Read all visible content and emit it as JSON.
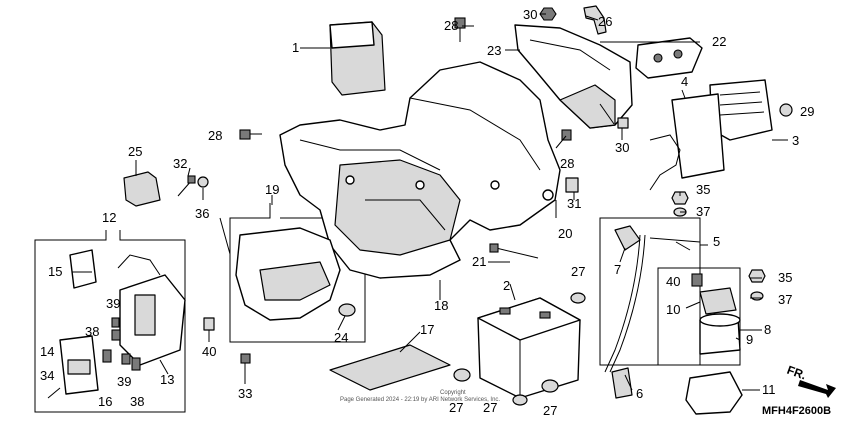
{
  "diagram_code": "MFH4F2600B",
  "front_label": "FR.",
  "copyright_line1": "Copyright",
  "copyright_line2": "Page Generated 2024 - 22:19 by ARI Network Services, Inc.",
  "callouts": {
    "c1": "1",
    "c2": "2",
    "c3": "3",
    "c4": "4",
    "c5": "5",
    "c6": "6",
    "c7": "7",
    "c8": "8",
    "c9": "9",
    "c10": "10",
    "c11": "11",
    "c12": "12",
    "c13": "13",
    "c14": "14",
    "c15": "15",
    "c16": "16",
    "c17": "17",
    "c18": "18",
    "c19": "19",
    "c20": "20",
    "c21": "21",
    "c22": "22",
    "c23": "23",
    "c24": "24",
    "c25": "25",
    "c26": "26",
    "c27a": "27",
    "c27b": "27",
    "c27c": "27",
    "c27d": "27",
    "c28a": "28",
    "c28b": "28",
    "c28c": "28",
    "c29": "29",
    "c30a": "30",
    "c30b": "30",
    "c31": "31",
    "c32": "32",
    "c33": "33",
    "c34": "34",
    "c35a": "35",
    "c35b": "35",
    "c36": "36",
    "c37a": "37",
    "c37b": "37",
    "c38a": "38",
    "c38b": "38",
    "c39a": "39",
    "c39b": "39",
    "c40a": "40",
    "c40b": "40"
  }
}
